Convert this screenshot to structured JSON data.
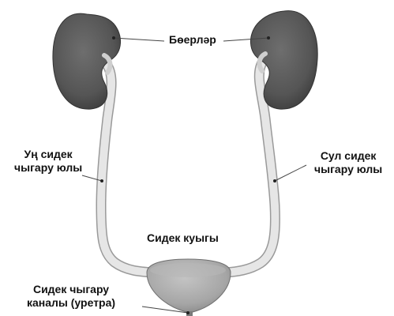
{
  "labels": {
    "kidneys": "Бөерләр",
    "right_ureter": [
      "Уң сидек",
      "чыгару юлы"
    ],
    "left_ureter": [
      "Сул сидек",
      "чыгару юлы"
    ],
    "bladder": "Сидек куыгы",
    "urethra": [
      "Сидек чыгару",
      "каналы (уретра)"
    ]
  },
  "colors": {
    "kidney": "#5a5a5a",
    "kidney_shadow": "#3a3a3a",
    "tube": "#e3e3e3",
    "tube_edge": "#9a9a9a",
    "bladder": "#a9a9a9",
    "leader": "#444444",
    "text": "#111111"
  }
}
